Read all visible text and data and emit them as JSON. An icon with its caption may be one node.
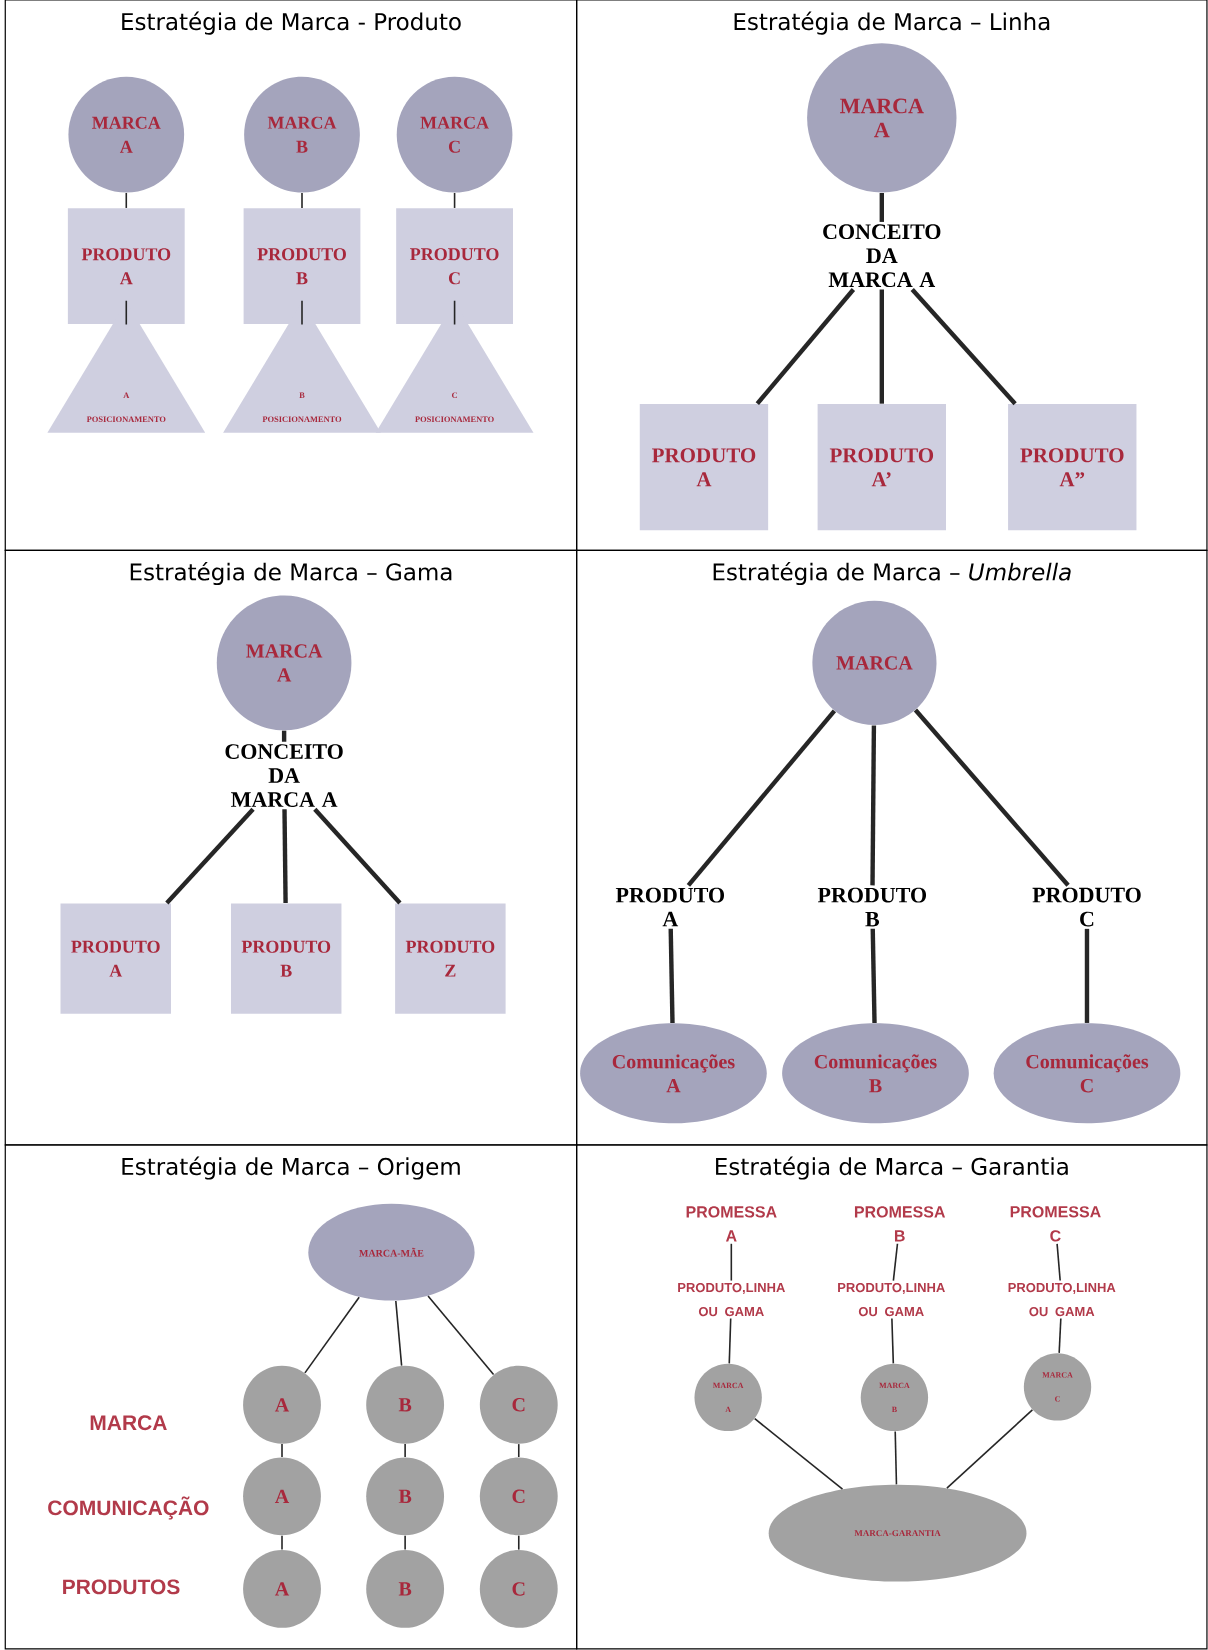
{
  "diagram": {
    "nodes": [
      {
        "text": [
          "Estratégia de Marca - Produto"
        ]
      },
      {
        "text": [
          "MARCA A"
        ],
        "in": 0
      },
      {
        "text": [
          "MARCA B"
        ],
        "in": 0
      },
      {
        "text": [
          "MARCA C"
        ],
        "in": 0
      },
      {
        "text": [
          "PRODUTO A"
        ],
        "in": 0
      },
      {
        "text": [
          "PRODUTO B"
        ],
        "in": 0
      },
      {
        "text": [
          "PRODUTO C"
        ],
        "in": 0
      },
      {
        "text": [
          "A POSICIONAMENTO"
        ],
        "in": 0
      },
      {
        "text": [
          "B POSICIONAMENTO"
        ],
        "in": 0
      },
      {
        "text": [
          "C POSICIONAMENTO"
        ],
        "in": 0
      },
      {
        "text": [
          "Estratégia de Marca – Linha"
        ]
      },
      {
        "text": [
          "MARCA A"
        ],
        "in": 10
      },
      {
        "text": [
          "CONCEITO DA MARCA A"
        ],
        "in": 10
      },
      {
        "text": [
          "PRODUTO A"
        ],
        "in": 10
      },
      {
        "text": [
          "PRODUTO A’"
        ],
        "in": 10
      },
      {
        "text": [
          "PRODUTO A”"
        ],
        "in": 10
      },
      {
        "text": [
          "Estratégia de Marca – Gama"
        ]
      },
      {
        "text": [
          "MARCA A"
        ],
        "in": 16
      },
      {
        "text": [
          "CONCEITO DA MARCA A"
        ],
        "in": 16
      },
      {
        "text": [
          "PRODUTO A"
        ],
        "in": 16
      },
      {
        "text": [
          "PRODUTO B"
        ],
        "in": 16
      },
      {
        "text": [
          "PRODUTO Z"
        ],
        "in": 16
      },
      {
        "text": [
          "Estratégia de Marca – *Umbrella*"
        ]
      },
      {
        "text": [
          "MARCA"
        ],
        "in": 22
      },
      {
        "text": [
          "PRODUTO A"
        ],
        "in": 22
      },
      {
        "text": [
          "PRODUTO B"
        ],
        "in": 22
      },
      {
        "text": [
          "PRODUTO C"
        ],
        "in": 22
      },
      {
        "text": [
          "Comunicações A"
        ],
        "in": 22
      },
      {
        "text": [
          "Comunicações B"
        ],
        "in": 22
      },
      {
        "text": [
          "Comunicações C"
        ],
        "in": 22
      },
      {
        "text": [
          "Estratégia de Marca – Origem"
        ]
      },
      {
        "text": [
          "MARCA-MÃE"
        ],
        "in": 30
      },
      {
        "text": [
          "A"
        ],
        "in": 30
      },
      {
        "text": [
          "B"
        ],
        "in": 30
      },
      {
        "text": [
          "C"
        ],
        "in": 30
      },
      {
        "text": [
          "A"
        ],
        "in": 30
      },
      {
        "text": [
          "B"
        ],
        "in": 30
      },
      {
        "text": [
          "C"
        ],
        "in": 30
      },
      {
        "text": [
          "A"
        ],
        "in": 30
      },
      {
        "text": [
          "B"
        ],
        "in": 30
      },
      {
        "text": [
          "C"
        ],
        "in": 30
      },
      {
        "text": [
          "Estratégia de Marca – Garantia"
        ]
      },
      {
        "text": [
          "PROMESSA A"
        ],
        "in": 41
      },
      {
        "text": [
          "PROMESSA B"
        ],
        "in": 41
      },
      {
        "text": [
          "PROMESSA C"
        ],
        "in": 41
      },
      {
        "text": [
          "PRODUTO,LINHA OU GAMA"
        ],
        "in": 41
      },
      {
        "text": [
          "PRODUTO,LINHA OU GAMA"
        ],
        "in": 41
      },
      {
        "text": [
          "PRODUTO,LINHA OU GAMA"
        ],
        "in": 41
      },
      {
        "text": [
          "MARCA A"
        ],
        "in": 41
      },
      {
        "text": [
          "MARCA B"
        ],
        "in": 41
      },
      {
        "text": [
          "MARCA C"
        ],
        "in": 41
      },
      {
        "text": [
          "MARCA-GARANTIA"
        ],
        "in": 41
      }
    ],
    "edges": [
      {
        "from": 1,
        "to": 4,
        "arrow": "none"
      },
      {
        "from": 2,
        "to": 5,
        "arrow": "none"
      },
      {
        "from": 3,
        "to": 6,
        "arrow": "none"
      },
      {
        "from": 4,
        "to": 7,
        "arrow": "none"
      },
      {
        "from": 5,
        "to": 8,
        "arrow": "none"
      },
      {
        "from": 6,
        "to": 9,
        "arrow": "none"
      },
      {
        "from": 11,
        "to": 12,
        "arrow": "none",
        "style": "thick"
      },
      {
        "from": 12,
        "to": 13,
        "arrow": "none",
        "style": "thick"
      },
      {
        "from": 12,
        "to": 14,
        "arrow": "none",
        "style": "thick"
      },
      {
        "from": 12,
        "to": 15,
        "arrow": "none",
        "style": "thick"
      },
      {
        "from": 17,
        "to": 18,
        "arrow": "none",
        "style": "thick"
      },
      {
        "from": 18,
        "to": 19,
        "arrow": "none",
        "style": "thick"
      },
      {
        "from": 18,
        "to": 20,
        "arrow": "none",
        "style": "thick"
      },
      {
        "from": 18,
        "to": 21,
        "arrow": "none",
        "style": "thick"
      },
      {
        "from": 23,
        "to": 24,
        "arrow": "none",
        "style": "thick"
      },
      {
        "from": 23,
        "to": 25,
        "arrow": "none",
        "style": "thick"
      },
      {
        "from": 23,
        "to": 26,
        "arrow": "none",
        "style": "thick"
      },
      {
        "from": 24,
        "to": 27,
        "arrow": "none",
        "style": "thick"
      },
      {
        "from": 25,
        "to": 28,
        "arrow": "none",
        "style": "thick"
      },
      {
        "from": 26,
        "to": 29,
        "arrow": "none",
        "style": "thick"
      },
      {
        "from": 31,
        "to": 32,
        "arrow": "none"
      },
      {
        "from": 31,
        "to": 33,
        "arrow": "none"
      },
      {
        "from": 31,
        "to": 34,
        "arrow": "none"
      },
      {
        "from": 32,
        "to": 35,
        "arrow": "none"
      },
      {
        "from": 33,
        "to": 36,
        "arrow": "none"
      },
      {
        "from": 34,
        "to": 37,
        "arrow": "none"
      },
      {
        "from": 35,
        "to": 38,
        "arrow": "none"
      },
      {
        "from": 36,
        "to": 39,
        "arrow": "none"
      },
      {
        "from": 37,
        "to": 40,
        "arrow": "none"
      },
      {
        "from": 42,
        "to": 45,
        "arrow": "none"
      },
      {
        "from": 43,
        "to": 46,
        "arrow": "none"
      },
      {
        "from": 44,
        "to": 47,
        "arrow": "none"
      },
      {
        "from": 45,
        "to": 48,
        "arrow": "none"
      },
      {
        "from": 46,
        "to": 49,
        "arrow": "none"
      },
      {
        "from": 47,
        "to": 50,
        "arrow": "none"
      },
      {
        "from": 48,
        "to": 51,
        "arrow": "none"
      },
      {
        "from": 49,
        "to": 51,
        "arrow": "none"
      },
      {
        "from": 50,
        "to": 51,
        "arrow": "none"
      }
    ],
    "labels": [
      "MARCA",
      "COMUNICAÇÃO",
      "PRODUTOS"
    ]
  }
}
